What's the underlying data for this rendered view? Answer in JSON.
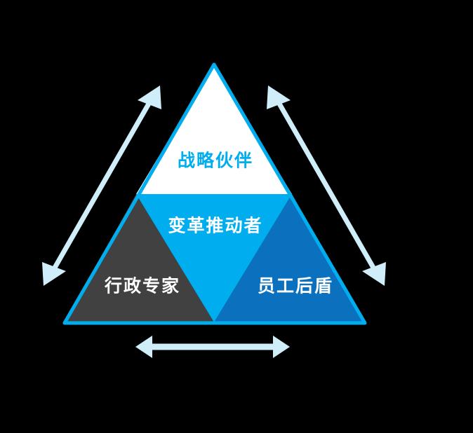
{
  "diagram": {
    "type": "pyramid",
    "title": "",
    "background_color": "#000000",
    "outline_color": "#00AEEF",
    "arrow_color": "#CFEEF9",
    "segments": [
      {
        "id": "strategic-partner",
        "label": "战略伙伴",
        "position": "top",
        "fill_color": "#FFFFFF",
        "text_color": "#00AEEF"
      },
      {
        "id": "change-agent",
        "label": "变革推动者",
        "position": "middle",
        "fill_color": "#00AEEF",
        "text_color": "#FFFFFF"
      },
      {
        "id": "admin-expert",
        "label": "行政专家",
        "position": "bottom-left",
        "fill_color": "#414141",
        "text_color": "#FFFFFF"
      },
      {
        "id": "employee-champion",
        "label": "员工后盾",
        "position": "bottom-right",
        "fill_color": "#0B71BE",
        "text_color": "#FFFFFF"
      }
    ],
    "arrows": [
      {
        "id": "left-arrow",
        "orientation": "diagonal-up-left",
        "heads": "double"
      },
      {
        "id": "right-arrow",
        "orientation": "diagonal-up-right",
        "heads": "double"
      },
      {
        "id": "bottom-arrow",
        "orientation": "horizontal",
        "heads": "double"
      }
    ]
  }
}
